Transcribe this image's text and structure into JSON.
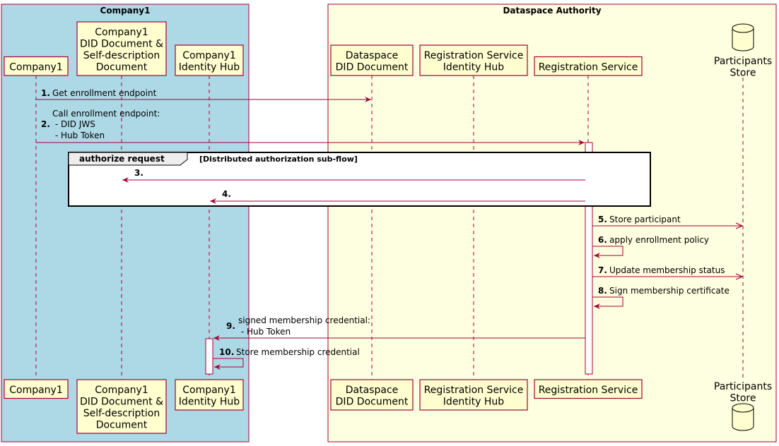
{
  "groups": {
    "company": {
      "title": "Company1",
      "fill": "#ADD8E6"
    },
    "authority": {
      "title": "Dataspace Authority",
      "fill": "#FEFEE0"
    }
  },
  "participants": {
    "company1": {
      "lines": [
        "Company1"
      ]
    },
    "company1_did": {
      "lines": [
        "Company1",
        "DID Document &",
        "Self-description",
        "Document"
      ]
    },
    "company1_hub": {
      "lines": [
        "Company1",
        "Identity Hub"
      ]
    },
    "dataspace_did": {
      "lines": [
        "Dataspace",
        "DID Document"
      ]
    },
    "reg_hub": {
      "lines": [
        "Registration Service",
        "Identity Hub"
      ]
    },
    "reg_service": {
      "lines": [
        "Registration Service"
      ]
    },
    "store": {
      "lines": [
        "Participants",
        "Store"
      ]
    }
  },
  "frame": {
    "title": "authorize request",
    "condition": "[Distributed authorization sub-flow]"
  },
  "messages": {
    "m1": {
      "num": "1.",
      "lines": [
        "Get enrollment endpoint"
      ]
    },
    "m2": {
      "num": "2.",
      "lines": [
        "Call enrollment endpoint:",
        " - DID JWS",
        " - Hub Token"
      ]
    },
    "m3": {
      "num": "3.",
      "lines": []
    },
    "m4": {
      "num": "4.",
      "lines": []
    },
    "m5": {
      "num": "5.",
      "lines": [
        "Store participant"
      ]
    },
    "m6": {
      "num": "6.",
      "lines": [
        "apply enrollment policy"
      ]
    },
    "m7": {
      "num": "7.",
      "lines": [
        "Update membership status"
      ]
    },
    "m8": {
      "num": "8.",
      "lines": [
        "Sign membership certificate"
      ]
    },
    "m9": {
      "num": "9.",
      "lines": [
        "signed membership credential:",
        " - Hub Token"
      ]
    },
    "m10": {
      "num": "10.",
      "lines": [
        "Store membership credential"
      ]
    }
  },
  "colors": {
    "participant_fill": "#FEFECE",
    "participant_border": "#A80036",
    "arrow": "#A80036",
    "group_border": "#A80036"
  },
  "icons": {
    "store": "database-cylinder-icon"
  }
}
